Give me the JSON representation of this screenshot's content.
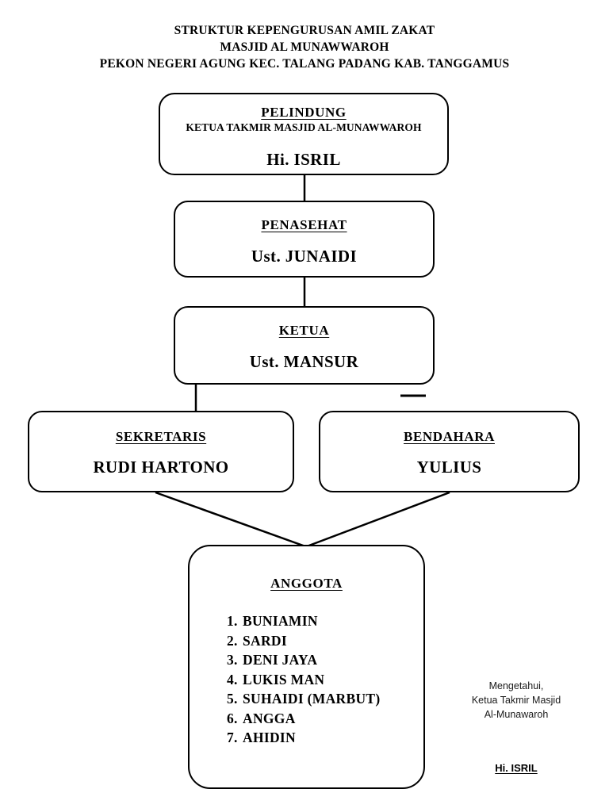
{
  "document": {
    "title_lines": [
      "STRUKTUR KEPENGURUSAN AMIL ZAKAT",
      "MASJID AL MUNAWWAROH",
      "PEKON NEGERI AGUNG KEC. TALANG PADANG KAB. TANGGAMUS"
    ]
  },
  "colors": {
    "background": "#ffffff",
    "ink": "#000000",
    "box_border": "#000000",
    "connector": "#000000"
  },
  "chart_data": {
    "type": "diagram",
    "title": "STRUKTUR KEPENGURUSAN AMIL ZAKAT MASJID AL MUNAWWAROH",
    "nodes": [
      {
        "id": "pelindung",
        "role": "PELINDUNG",
        "subrole": "KETUA TAKMIR MASJID AL-MUNAWWAROH",
        "person": "Hi. ISRIL",
        "level": 1
      },
      {
        "id": "penasehat",
        "role": "PENASEHAT",
        "person": "Ust. JUNAIDI",
        "level": 2
      },
      {
        "id": "ketua",
        "role": "KETUA",
        "person": "Ust. MANSUR",
        "level": 3
      },
      {
        "id": "sekretaris",
        "role": "SEKRETARIS",
        "person": "RUDI HARTONO",
        "level": 4
      },
      {
        "id": "bendahara",
        "role": "BENDAHARA",
        "person": "YULIUS",
        "level": 4
      },
      {
        "id": "anggota",
        "role": "ANGGOTA",
        "members": [
          "BUNIAMIN",
          "SARDI",
          "DENI JAYA",
          "LUKIS MAN",
          "SUHAIDI (MARBUT)",
          "ANGGA",
          "AHIDIN"
        ],
        "level": 5
      }
    ],
    "edges": [
      {
        "from": "pelindung",
        "to": "penasehat"
      },
      {
        "from": "penasehat",
        "to": "ketua"
      },
      {
        "from": "ketua",
        "to": "sekretaris"
      },
      {
        "from": "sekretaris",
        "to": "anggota"
      },
      {
        "from": "bendahara",
        "to": "anggota"
      }
    ]
  },
  "boxes": {
    "pelindung": {
      "role": "PELINDUNG",
      "subrole": "KETUA TAKMIR MASJID AL-MUNAWWAROH",
      "person": "Hi. ISRIL"
    },
    "penasehat": {
      "role": "PENASEHAT",
      "person": "Ust. JUNAIDI"
    },
    "ketua": {
      "role": "KETUA",
      "person": "Ust. MANSUR"
    },
    "sekretaris": {
      "role": "SEKRETARIS",
      "person": "RUDI HARTONO"
    },
    "bendahara": {
      "role": "BENDAHARA",
      "person": "YULIUS"
    },
    "anggota": {
      "role": "ANGGOTA",
      "members": [
        {
          "index": "1.",
          "name": "BUNIAMIN"
        },
        {
          "index": "2.",
          "name": "SARDI"
        },
        {
          "index": "3.",
          "name": "DENI JAYA"
        },
        {
          "index": "4.",
          "name": "LUKIS MAN"
        },
        {
          "index": "5.",
          "name": "SUHAIDI (MARBUT)"
        },
        {
          "index": "6.",
          "name": "ANGGA"
        },
        {
          "index": "7.",
          "name": "AHIDIN"
        }
      ]
    }
  },
  "signature": {
    "lines": [
      "Mengetahui,",
      "Ketua Takmir Masjid",
      "Al-Munawaroh"
    ],
    "name": "Hi. ISRIL"
  }
}
